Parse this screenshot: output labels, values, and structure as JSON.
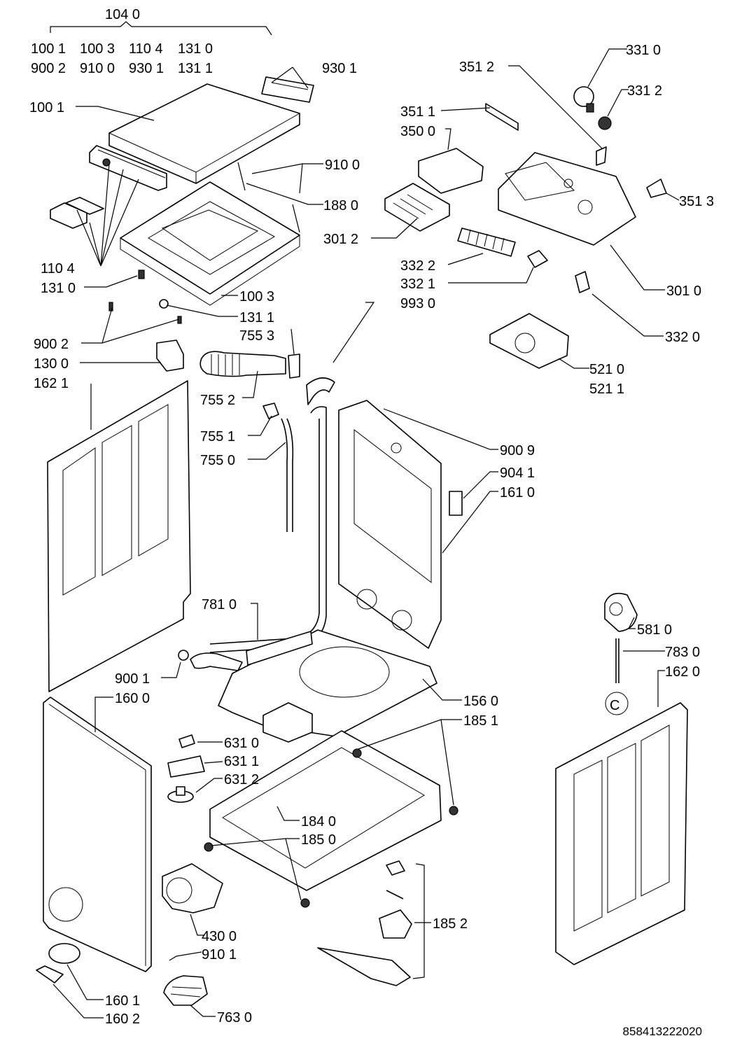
{
  "document": {
    "code": "858413222020",
    "symbol_c": "C"
  },
  "groups": {
    "kit_title": "104 0",
    "kit_items": [
      "100 1",
      "100 3",
      "110 4",
      "131 0",
      "900 2",
      "910 0",
      "930 1",
      "131 1"
    ]
  },
  "labels": [
    "930 1",
    "100 1",
    "910 0",
    "188 0",
    "110 4",
    "131 0",
    "100 3",
    "131 1",
    "900 2",
    "130 0",
    "755 3",
    "162 1",
    "755 2",
    "755 1",
    "755 0",
    "351 2",
    "331 0",
    "331 2",
    "351 1",
    "350 0",
    "351 3",
    "301 2",
    "332 2",
    "332 1",
    "301 0",
    "993 0",
    "332 0",
    "521 0",
    "521 1",
    "900 9",
    "904 1",
    "161 0",
    "781 0",
    "581 0",
    "783 0",
    "162 0",
    "900 1",
    "160 0",
    "156 0",
    "185 1",
    "631 0",
    "631 1",
    "631 2",
    "184 0",
    "185 0",
    "185 2",
    "430 0",
    "910 1",
    "160 1",
    "160 2",
    "763 0"
  ]
}
